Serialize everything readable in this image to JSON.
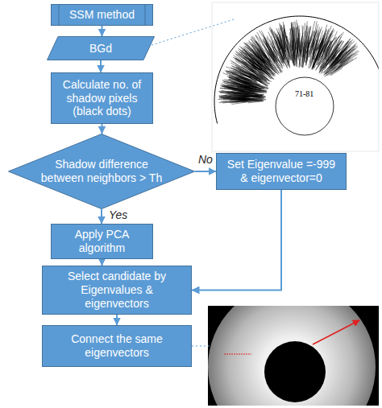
{
  "diagram": {
    "nodes": [
      {
        "text": [
          "SSM method"
        ]
      },
      {
        "text": [
          "BGd"
        ]
      },
      {
        "text": [
          "Calculate no. of shadow pixels (black dots)"
        ]
      },
      {
        "text": [
          "Shadow difference between neighbors > Th"
        ]
      },
      {
        "text": [
          "Set Eigenvalue =-999 & eigenvector=0"
        ]
      },
      {
        "text": [
          "Apply PCA algorithm"
        ]
      },
      {
        "text": [
          "Select candidate by Eigenvalues & eigenvectors"
        ]
      },
      {
        "text": [
          "Connect the same eigenvectors"
        ]
      }
    ],
    "edges": [
      {
        "from": 0,
        "to": 1,
        "arrow": "to"
      },
      {
        "from": 1,
        "to": 2,
        "arrow": "to"
      },
      {
        "from": 2,
        "to": 3,
        "arrow": "to"
      },
      {
        "from": 3,
        "to": 4,
        "label": "No",
        "arrow": "to"
      },
      {
        "from": 3,
        "to": 5,
        "label": "Yes",
        "arrow": "to"
      },
      {
        "from": 5,
        "to": 6,
        "arrow": "to"
      },
      {
        "from": 4,
        "to": 6,
        "arrow": "to"
      },
      {
        "from": 6,
        "to": 7,
        "arrow": "to"
      }
    ],
    "labels": [
      "71-81"
    ]
  }
}
